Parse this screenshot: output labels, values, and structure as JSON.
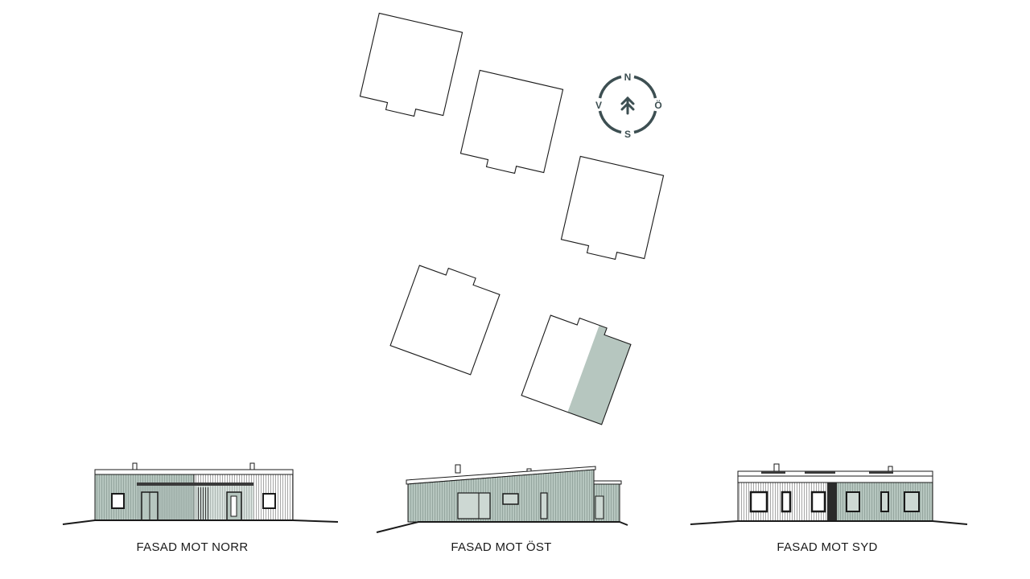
{
  "compass": {
    "north": "N",
    "south": "S",
    "west": "V",
    "east": "Ö",
    "color": "#3d4f52"
  },
  "colors": {
    "facade_fill": "#b6c6bf",
    "highlight_fill": "#b6c6bf",
    "outline": "#1a1a1a",
    "dark": "#3a3a3a"
  },
  "site_plan": {
    "houses": 5,
    "highlighted_house": 5
  },
  "elevations": [
    {
      "label": "FASAD MOT NORR"
    },
    {
      "label": "FASAD MOT ÖST"
    },
    {
      "label": "FASAD MOT SYD"
    }
  ]
}
